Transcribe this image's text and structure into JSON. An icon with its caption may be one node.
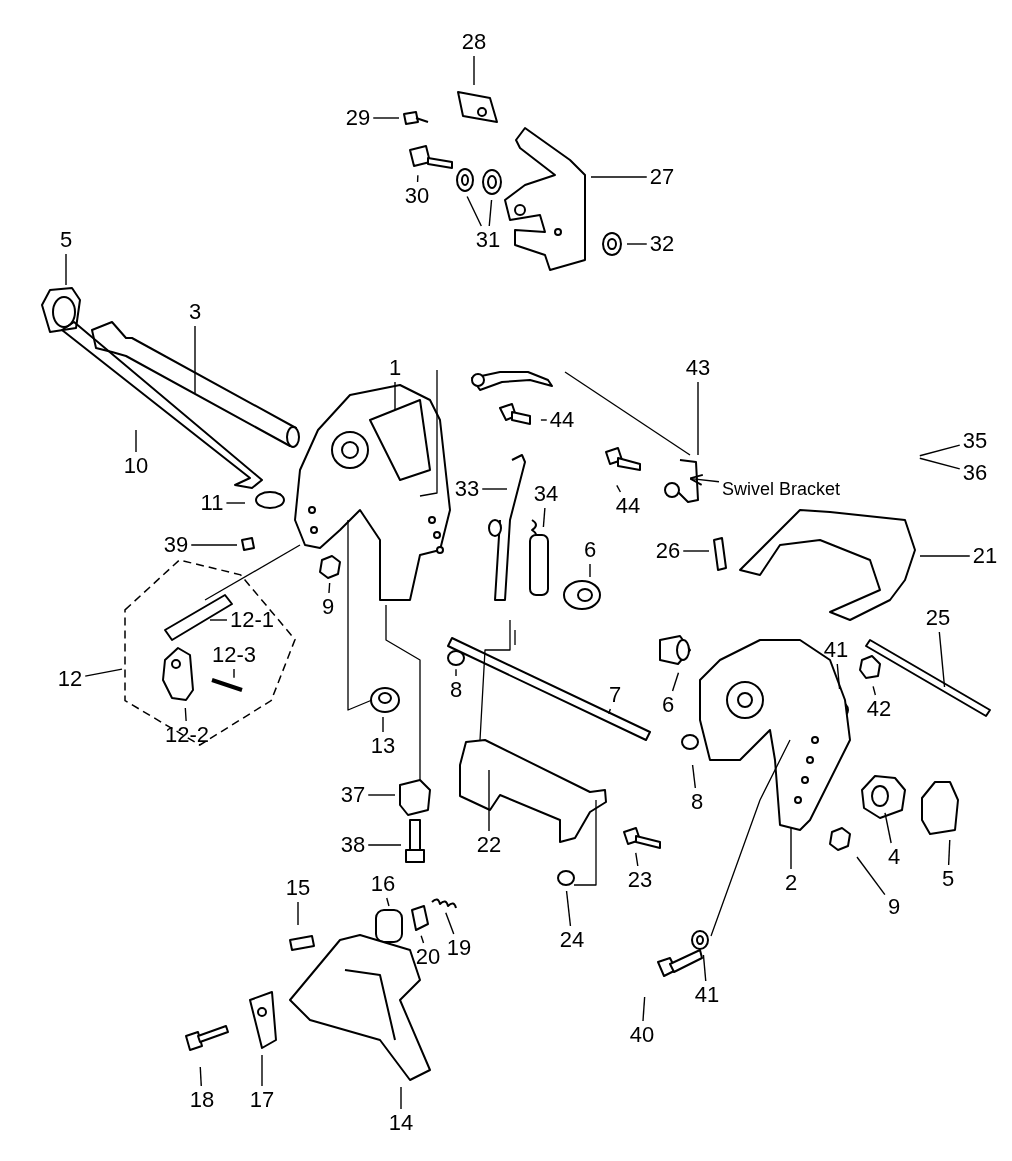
{
  "diagram": {
    "nodes": [
      {
        "text": [
          "28"
        ]
      },
      {
        "text": [
          "29"
        ]
      },
      {
        "text": [
          "30"
        ]
      },
      {
        "text": [
          "27"
        ]
      },
      {
        "text": [
          "31"
        ]
      },
      {
        "text": [
          "32"
        ]
      },
      {
        "text": [
          "5"
        ]
      },
      {
        "text": [
          "3"
        ]
      },
      {
        "text": [
          "1"
        ]
      },
      {
        "text": [
          "43"
        ]
      },
      {
        "text": [
          "44"
        ]
      },
      {
        "text": [
          "35"
        ]
      },
      {
        "text": [
          "36"
        ]
      },
      {
        "text": [
          "10"
        ]
      },
      {
        "text": [
          "33"
        ]
      },
      {
        "text": [
          "Swivel Bracket"
        ]
      },
      {
        "text": [
          "34"
        ]
      },
      {
        "text": [
          "11"
        ]
      },
      {
        "text": [
          "44"
        ]
      },
      {
        "text": [
          "39"
        ]
      },
      {
        "text": [
          "6"
        ]
      },
      {
        "text": [
          "26"
        ]
      },
      {
        "text": [
          "21"
        ]
      },
      {
        "text": [
          "9"
        ]
      },
      {
        "text": [],
        "shape": "hexagon"
      },
      {
        "text": [
          "12-1"
        ],
        "in": 24
      },
      {
        "text": [
          "25"
        ]
      },
      {
        "text": [
          "41"
        ]
      },
      {
        "text": [
          "12-3"
        ],
        "in": 24
      },
      {
        "text": [
          "12"
        ]
      },
      {
        "text": [
          "8"
        ]
      },
      {
        "text": [
          "7"
        ]
      },
      {
        "text": [
          "6"
        ]
      },
      {
        "text": [
          "42"
        ]
      },
      {
        "text": [
          "12-2"
        ],
        "in": 24
      },
      {
        "text": [
          "13"
        ]
      },
      {
        "text": [
          "37"
        ]
      },
      {
        "text": [
          "8"
        ]
      },
      {
        "text": [
          "38"
        ]
      },
      {
        "text": [
          "22"
        ]
      },
      {
        "text": [
          "4"
        ]
      },
      {
        "text": [
          "5"
        ]
      },
      {
        "text": [
          "23"
        ]
      },
      {
        "text": [
          "2"
        ]
      },
      {
        "text": [
          "15"
        ]
      },
      {
        "text": [
          "16"
        ]
      },
      {
        "text": [
          "9"
        ]
      },
      {
        "text": [
          "24"
        ]
      },
      {
        "text": [
          "19"
        ]
      },
      {
        "text": [
          "20"
        ]
      },
      {
        "text": [
          "41"
        ]
      },
      {
        "text": [
          "40"
        ]
      },
      {
        "text": [
          "18"
        ]
      },
      {
        "text": [
          "17"
        ]
      },
      {
        "text": [
          "14"
        ]
      }
    ],
    "edges": [
      {
        "from": 0,
        "to": null,
        "arrow": "none"
      },
      {
        "from": 1,
        "to": null,
        "arrow": "none"
      },
      {
        "from": 2,
        "to": null,
        "arrow": "none"
      },
      {
        "from": 3,
        "to": null,
        "arrow": "none"
      },
      {
        "from": 4,
        "to": null,
        "arrow": "none"
      },
      {
        "from": 4,
        "to": null,
        "arrow": "none"
      },
      {
        "from": 5,
        "to": null,
        "arrow": "none"
      },
      {
        "from": 6,
        "to": null,
        "arrow": "none"
      },
      {
        "from": 7,
        "to": null,
        "arrow": "none"
      },
      {
        "from": 8,
        "to": null,
        "arrow": "none"
      },
      {
        "from": 9,
        "to": null,
        "arrow": "none"
      },
      {
        "from": 10,
        "to": null,
        "arrow": "none"
      },
      {
        "from": 11,
        "to": null,
        "arrow": "none"
      },
      {
        "from": 12,
        "to": null,
        "arrow": "none"
      },
      {
        "from": 13,
        "to": null,
        "arrow": "none"
      },
      {
        "from": 14,
        "to": null,
        "arrow": "none"
      },
      {
        "from": 15,
        "to": null,
        "arrow": "to"
      },
      {
        "from": 16,
        "to": null,
        "arrow": "none"
      },
      {
        "from": 17,
        "to": null,
        "arrow": "none"
      },
      {
        "from": 18,
        "to": null,
        "arrow": "none"
      },
      {
        "from": 19,
        "to": null,
        "arrow": "none"
      },
      {
        "from": 20,
        "to": null,
        "arrow": "none"
      },
      {
        "from": 21,
        "to": null,
        "arrow": "none"
      },
      {
        "from": 22,
        "to": null,
        "arrow": "none"
      },
      {
        "from": 23,
        "to": null,
        "arrow": "none"
      },
      {
        "from": 25,
        "to": null,
        "arrow": "none"
      },
      {
        "from": 26,
        "to": null,
        "arrow": "none"
      },
      {
        "from": 27,
        "to": null,
        "arrow": "none"
      },
      {
        "from": 28,
        "to": null,
        "arrow": "none"
      },
      {
        "from": 29,
        "to": 24,
        "arrow": "none"
      },
      {
        "from": 30,
        "to": null,
        "arrow": "none"
      },
      {
        "from": 31,
        "to": null,
        "arrow": "none"
      },
      {
        "from": 32,
        "to": null,
        "arrow": "none"
      },
      {
        "from": 33,
        "to": null,
        "arrow": "none"
      },
      {
        "from": 34,
        "to": null,
        "arrow": "none"
      },
      {
        "from": 35,
        "to": null,
        "arrow": "none"
      },
      {
        "from": 36,
        "to": null,
        "arrow": "none"
      },
      {
        "from": 37,
        "to": null,
        "arrow": "none"
      },
      {
        "from": 38,
        "to": null,
        "arrow": "none"
      },
      {
        "from": 39,
        "to": null,
        "arrow": "none"
      },
      {
        "from": 40,
        "to": null,
        "arrow": "none"
      },
      {
        "from": 41,
        "to": null,
        "arrow": "none"
      },
      {
        "from": 42,
        "to": null,
        "arrow": "none"
      },
      {
        "from": 43,
        "to": null,
        "arrow": "none"
      },
      {
        "from": 44,
        "to": null,
        "arrow": "none"
      },
      {
        "from": 45,
        "to": null,
        "arrow": "none"
      },
      {
        "from": 46,
        "to": null,
        "arrow": "none"
      },
      {
        "from": 47,
        "to": null,
        "arrow": "none"
      },
      {
        "from": 48,
        "to": null,
        "arrow": "none"
      },
      {
        "from": 49,
        "to": null,
        "arrow": "none"
      },
      {
        "from": 50,
        "to": null,
        "arrow": "none"
      },
      {
        "from": 51,
        "to": null,
        "arrow": "none"
      },
      {
        "from": 52,
        "to": null,
        "arrow": "none"
      },
      {
        "from": 53,
        "to": null,
        "arrow": "none"
      },
      {
        "from": 54,
        "to": null,
        "arrow": "none"
      }
    ]
  }
}
